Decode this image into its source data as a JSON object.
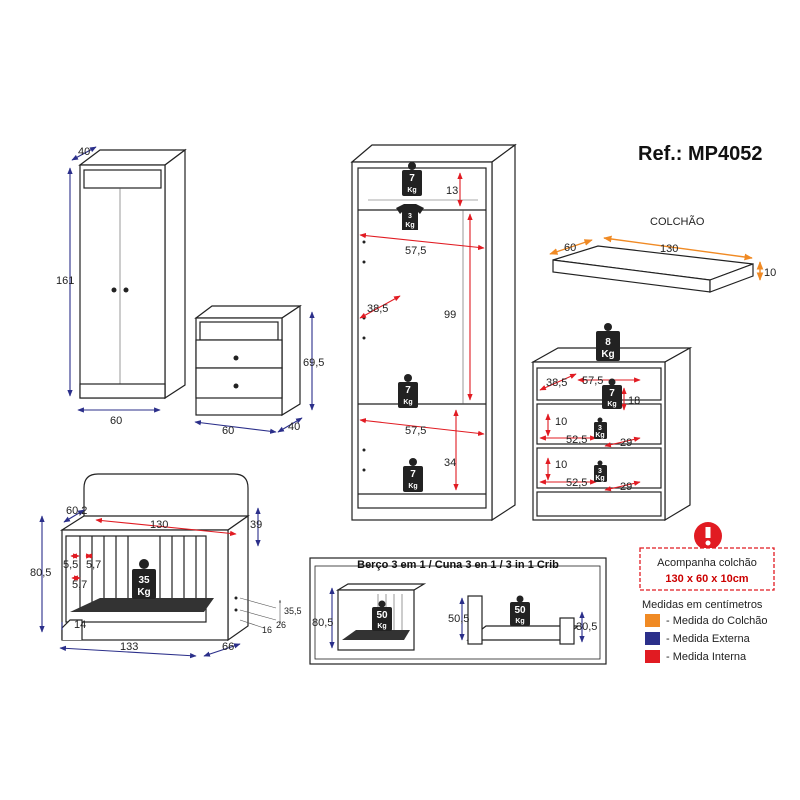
{
  "ref": "Ref.: MP4052",
  "colchao": {
    "title": "COLCHÃO",
    "width": "60",
    "length": "130",
    "height": "10"
  },
  "wardrobe": {
    "depth": "40",
    "height": "161",
    "width": "60",
    "interior": {
      "top_gap": "13",
      "width_top": "57,5",
      "shelf_width": "38,5",
      "hang_height": "99",
      "width_mid": "57,5",
      "bottom_height": "34",
      "weights": [
        "7",
        "3",
        "7",
        "7"
      ]
    }
  },
  "nightstand": {
    "height": "69,5",
    "width": "60",
    "depth": "40"
  },
  "dresser": {
    "weight_top": "8",
    "shelf_left": "38,5",
    "shelf_width": "57,5",
    "shelf_weight": "7",
    "shelf_height": "18",
    "drawer1": {
      "h": "10",
      "w": "52,5",
      "d": "29",
      "kg": "3"
    },
    "drawer2": {
      "h": "10",
      "w": "52,5",
      "d": "29",
      "kg": "3"
    }
  },
  "crib": {
    "depth_top": "60,2",
    "inner_length": "130",
    "rail_height": "39",
    "height": "80,5",
    "gap_a": "5,5",
    "gap_b": "5,7",
    "gap_c": "5,7",
    "weight": "35",
    "base_h1": "35,5",
    "base_h2": "26",
    "base_h3": "16",
    "leg": "14",
    "length": "133",
    "depth": "66"
  },
  "crib_modes": {
    "title": "Berço 3 em 1 / Cuna 3 en 1 / 3 in 1 Crib",
    "mode1_height": "80,5",
    "mode1_weight": "50",
    "mode2_height": "50,5",
    "mode2_weight": "50",
    "mode3_height": "30,5"
  },
  "kg_label": "Kg",
  "note": {
    "line1": "Acompanha colchão",
    "line2": "130 x 60 x 10cm"
  },
  "legend": {
    "title": "Medidas em centímetros",
    "items": [
      {
        "label": "- Medida do Colchão",
        "color": "#f08a24"
      },
      {
        "label": "- Medida Externa",
        "color": "#2b2f8a"
      },
      {
        "label": "- Medida Interna",
        "color": "#e11b22"
      }
    ]
  }
}
